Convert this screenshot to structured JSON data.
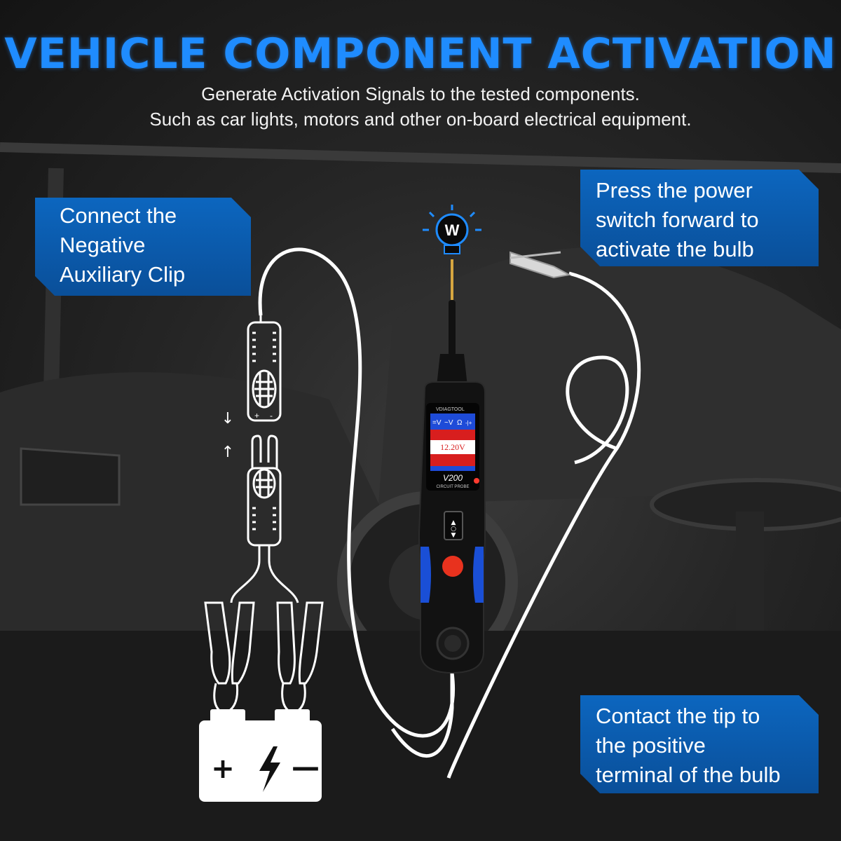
{
  "title": "VEHICLE COMPONENT ACTIVATION",
  "subtitle_lines": [
    "Generate Activation Signals to the tested components.",
    "Such as car lights, motors and other on-board electrical equipment."
  ],
  "callouts": {
    "negative_clip": [
      "Connect the",
      "Negative",
      "Auxiliary Clip"
    ],
    "power_switch": [
      "Press the power",
      "switch forward to",
      "activate the bulb"
    ],
    "contact_tip": [
      "Contact the tip to",
      "the positive",
      "terminal of the bulb"
    ]
  },
  "device": {
    "brand": "VDIAGTOOL",
    "model": "V200",
    "model_sub": "CIRCUIT PROBE",
    "tabs": [
      "=V",
      "~V",
      "Ω",
      "-|+"
    ],
    "reading": "12.20V"
  },
  "bulb_letter": "W",
  "battery_symbols": {
    "plus": "+",
    "minus": "—"
  },
  "connector_labels": {
    "plus": "+",
    "minus": "-"
  },
  "colors": {
    "title_blue": "#1f8cff",
    "callout_blue": "#0b5cae",
    "probe_blue": "#1a4fd6",
    "button_red": "#e8321e",
    "screen_red": "#d81e1e"
  }
}
